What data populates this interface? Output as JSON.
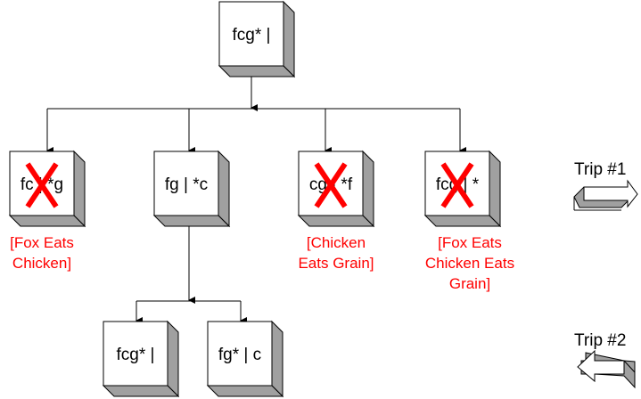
{
  "colors": {
    "box_face": "#ffffff",
    "box_side": "#a0a0a0",
    "stroke": "#000000",
    "cross": "#ff0000",
    "label": "#ff0000"
  },
  "nodes": [
    {
      "id": "root",
      "text": "fcg* |",
      "crossed": false
    },
    {
      "id": "n1",
      "text": "fc | *g",
      "crossed": true,
      "label": [
        "[Fox Eats",
        "Chicken]"
      ]
    },
    {
      "id": "n2",
      "text": "fg | *c",
      "crossed": false
    },
    {
      "id": "n3",
      "text": "cg | *f",
      "crossed": true,
      "label": [
        "[Chicken",
        "Eats Grain]"
      ]
    },
    {
      "id": "n4",
      "text": "fcg | *",
      "crossed": true,
      "label": [
        "[Fox Eats",
        "Chicken Eats",
        "Grain]"
      ]
    },
    {
      "id": "n5",
      "text": "fcg* |",
      "crossed": false
    },
    {
      "id": "n6",
      "text": "fg* | c",
      "crossed": false
    }
  ],
  "trips": [
    {
      "label": "Trip #1",
      "direction": "right"
    },
    {
      "label": "Trip #2",
      "direction": "left"
    }
  ]
}
